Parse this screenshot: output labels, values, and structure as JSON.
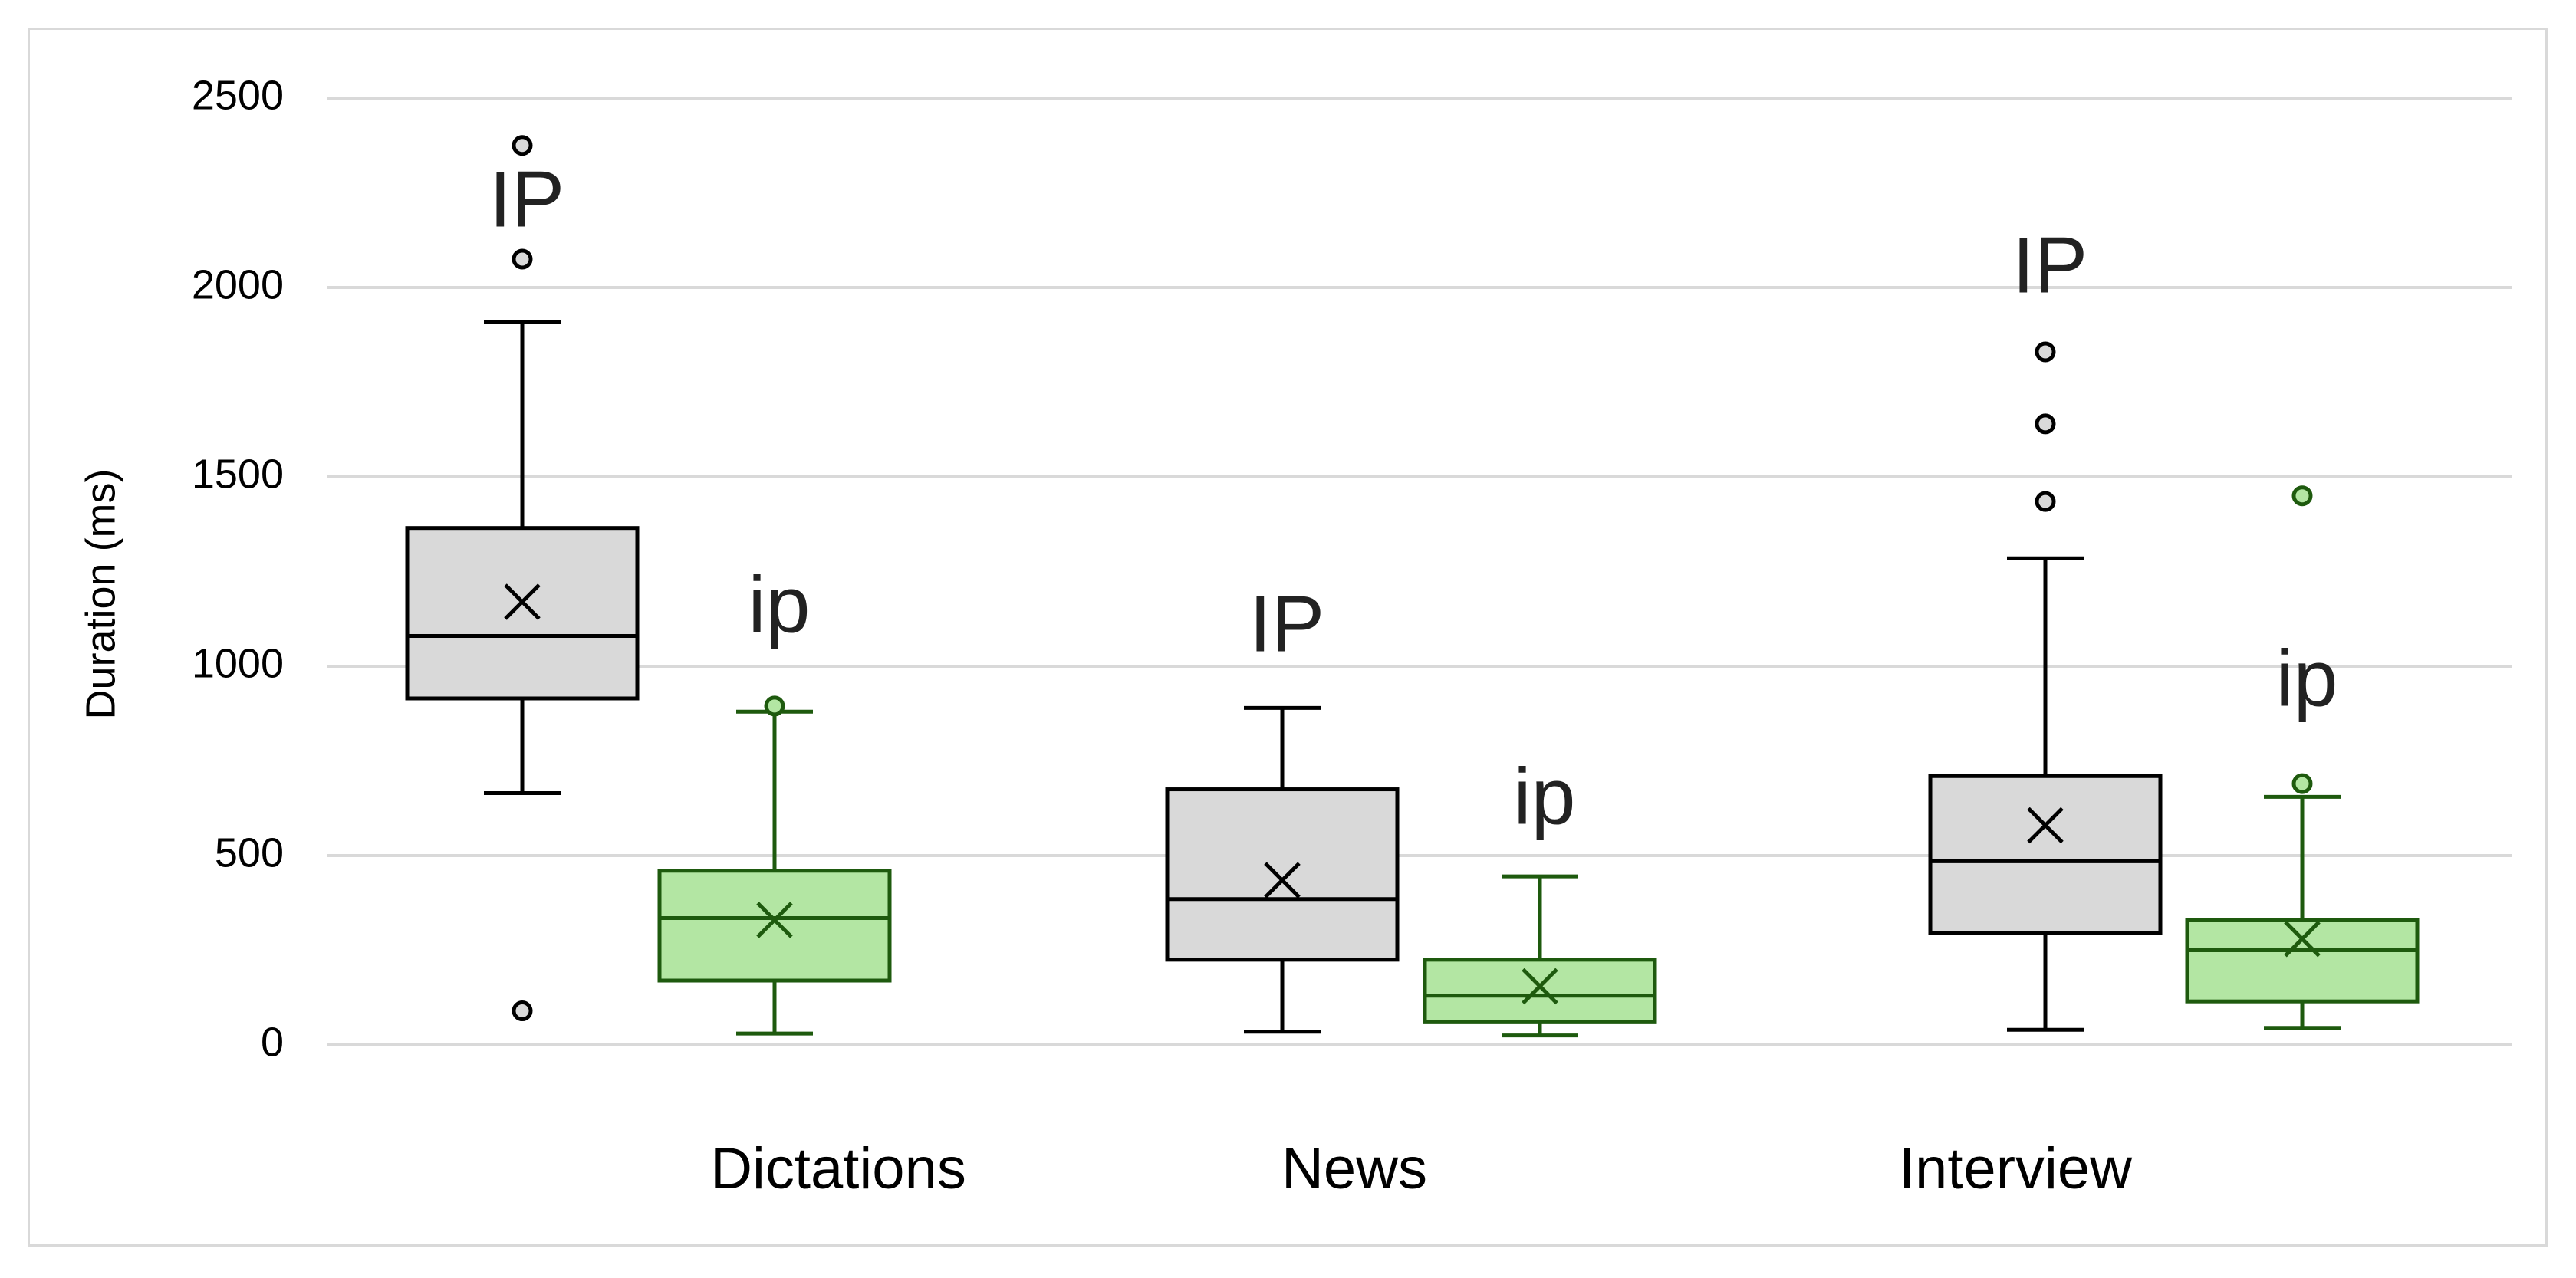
{
  "chart_data": {
    "type": "box",
    "xlabel": "",
    "ylabel": "Duration (ms)",
    "ylim": [
      0,
      2500
    ],
    "yticks": [
      0,
      500,
      1000,
      1500,
      2000,
      2500
    ],
    "grid": true,
    "categories": [
      "Dictations",
      "News",
      "Interview"
    ],
    "series": [
      {
        "name": "IP",
        "color_fill": "#d9d9d9",
        "color_stroke": "#000000",
        "boxes": [
          {
            "category": "Dictations",
            "whisker_low": 665,
            "q1": 915,
            "median": 1080,
            "q3": 1365,
            "whisker_high": 1910,
            "mean": 1170,
            "outliers": [
              2375,
              2075,
              90
            ]
          },
          {
            "category": "News",
            "whisker_low": 35,
            "q1": 225,
            "median": 385,
            "q3": 675,
            "whisker_high": 890,
            "mean": 435,
            "outliers": []
          },
          {
            "category": "Interview",
            "whisker_low": 40,
            "q1": 295,
            "median": 485,
            "q3": 710,
            "whisker_high": 1285,
            "mean": 580,
            "outliers": [
              1830,
              1640,
              1435
            ]
          }
        ]
      },
      {
        "name": "ip",
        "color_fill": "#b3e6a3",
        "color_stroke": "#1e5a0e",
        "boxes": [
          {
            "category": "Dictations",
            "whisker_low": 30,
            "q1": 170,
            "median": 335,
            "q3": 460,
            "whisker_high": 880,
            "mean": 330,
            "outliers": [
              895
            ]
          },
          {
            "category": "News",
            "whisker_low": 25,
            "q1": 60,
            "median": 130,
            "q3": 225,
            "whisker_high": 445,
            "mean": 155,
            "outliers": []
          },
          {
            "category": "Interview",
            "whisker_low": 45,
            "q1": 115,
            "median": 250,
            "q3": 330,
            "whisker_high": 655,
            "mean": 280,
            "outliers": [
              690,
              1450
            ]
          }
        ]
      }
    ]
  },
  "colors": {
    "grid": "#d9d9d9",
    "axis": "#d9d9d9",
    "frame": "#d9d9d9"
  }
}
